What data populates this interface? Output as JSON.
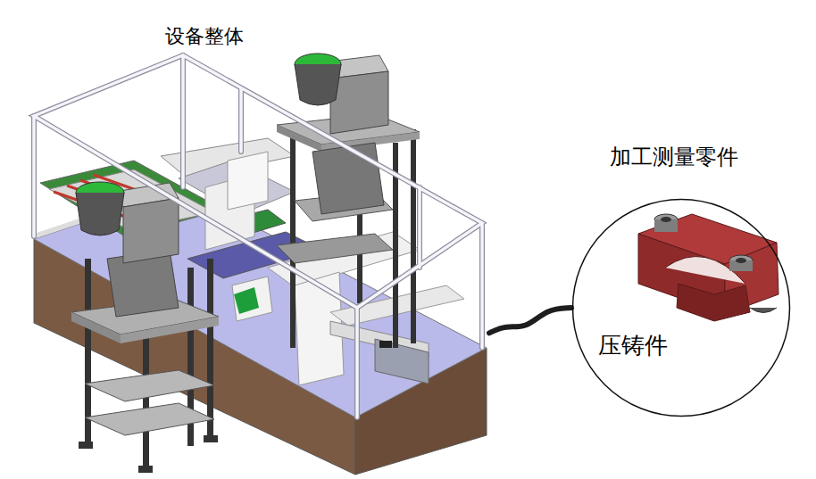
{
  "diagram": {
    "nodes": [
      {
        "text": [
          "设备整体"
        ]
      },
      {
        "text": [
          "加工测量零件",
          "压铸件"
        ]
      }
    ],
    "edges": [
      {
        "from": 0,
        "to": 1,
        "arrow": "none"
      }
    ]
  }
}
